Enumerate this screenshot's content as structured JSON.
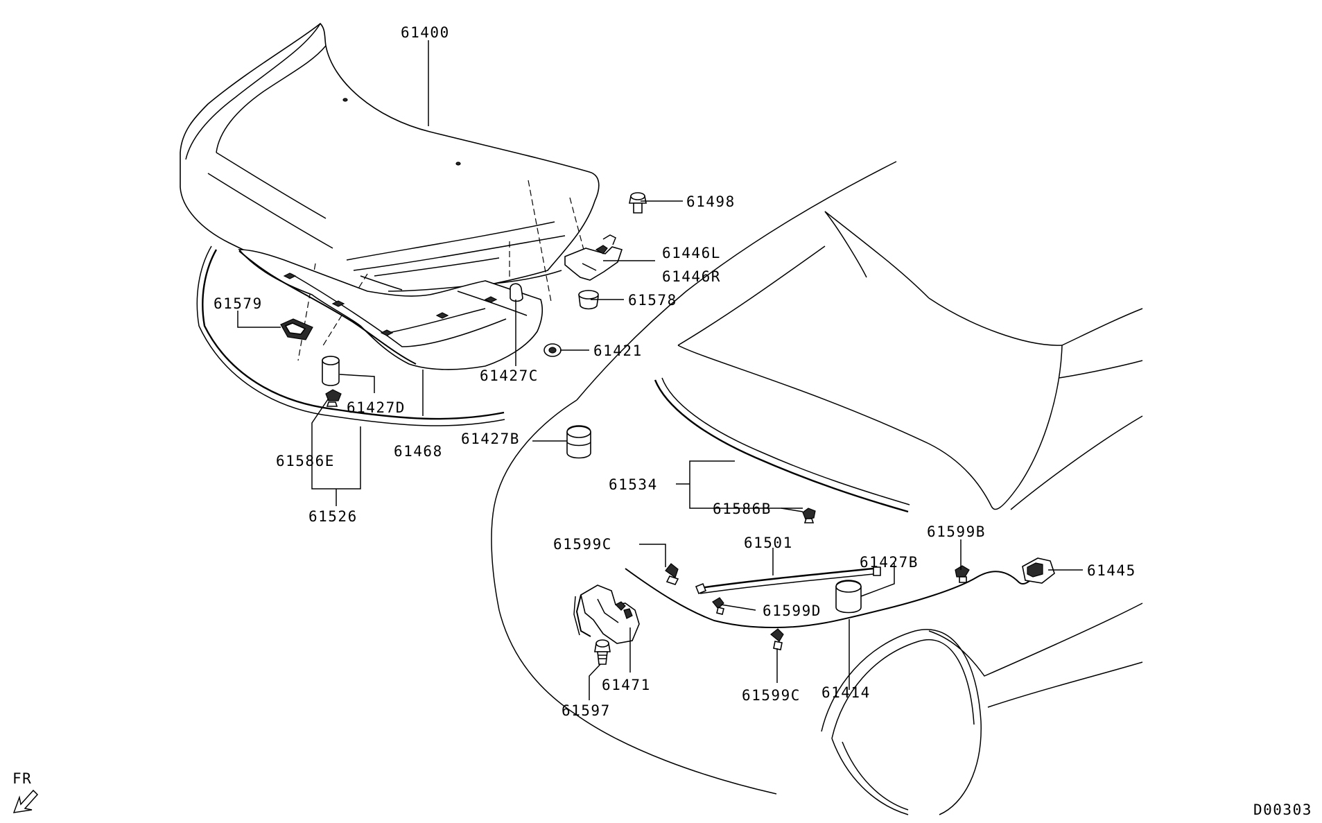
{
  "diagram": {
    "code": "D00303",
    "direction": "FR",
    "labels": {
      "hood": "61400",
      "hood_bolt": "61498",
      "hinge_left": "61446L",
      "hinge_right": "61446R",
      "clip_61578": "61578",
      "grommet_61421": "61421",
      "bumper_61427c": "61427C",
      "insulator": "61468",
      "bumper_61427d": "61427D",
      "bracket_61579": "61579",
      "clip_61586e": "61586E",
      "seal_61526": "61526",
      "bumper_61427b_upper": "61427B",
      "weatherstrip_61534": "61534",
      "clip_61586b": "61586B",
      "clip_61599c_upper": "61599C",
      "support_rod": "61501",
      "bumper_61427b_lower": "61427B",
      "clip_61599b": "61599B",
      "release_handle": "61445",
      "clip_61599d": "61599D",
      "latch": "61471",
      "latch_bolt": "61597",
      "clip_61599c_lower": "61599C",
      "release_cable": "61414"
    }
  }
}
